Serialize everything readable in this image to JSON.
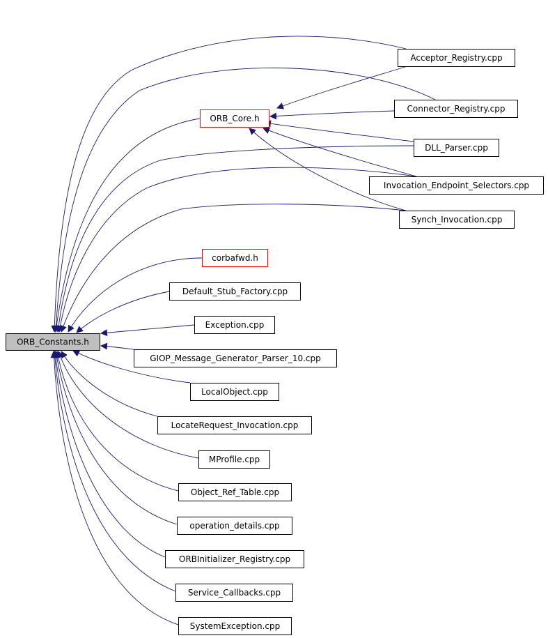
{
  "nodes": [
    {
      "id": "orb_constants",
      "label": "ORB_Constants.h",
      "style": "focus",
      "interactable": false
    },
    {
      "id": "orb_core",
      "label": "ORB_Core.h",
      "style": "red",
      "interactable": true
    },
    {
      "id": "acceptor_registry",
      "label": "Acceptor_Registry.cpp",
      "style": "plain",
      "interactable": true
    },
    {
      "id": "connector_registry",
      "label": "Connector_Registry.cpp",
      "style": "plain",
      "interactable": true
    },
    {
      "id": "dll_parser",
      "label": "DLL_Parser.cpp",
      "style": "plain",
      "interactable": true
    },
    {
      "id": "invocation_endpoint_selectors",
      "label": "Invocation_Endpoint_Selectors.cpp",
      "style": "plain",
      "interactable": true
    },
    {
      "id": "synch_invocation",
      "label": "Synch_Invocation.cpp",
      "style": "plain",
      "interactable": true
    },
    {
      "id": "corbafwd",
      "label": "corbafwd.h",
      "style": "red",
      "interactable": true
    },
    {
      "id": "default_stub_factory",
      "label": "Default_Stub_Factory.cpp",
      "style": "plain",
      "interactable": true
    },
    {
      "id": "exception",
      "label": "Exception.cpp",
      "style": "plain",
      "interactable": true
    },
    {
      "id": "giop_message_generator_parser_10",
      "label": "GIOP_Message_Generator_Parser_10.cpp",
      "style": "plain",
      "interactable": true
    },
    {
      "id": "localobject",
      "label": "LocalObject.cpp",
      "style": "plain",
      "interactable": true
    },
    {
      "id": "locaterequest_invocation",
      "label": "LocateRequest_Invocation.cpp",
      "style": "plain",
      "interactable": true
    },
    {
      "id": "mprofile",
      "label": "MProfile.cpp",
      "style": "plain",
      "interactable": true
    },
    {
      "id": "object_ref_table",
      "label": "Object_Ref_Table.cpp",
      "style": "plain",
      "interactable": true
    },
    {
      "id": "operation_details",
      "label": "operation_details.cpp",
      "style": "plain",
      "interactable": true
    },
    {
      "id": "orbinitializer_registry",
      "label": "ORBInitializer_Registry.cpp",
      "style": "plain",
      "interactable": true
    },
    {
      "id": "service_callbacks",
      "label": "Service_Callbacks.cpp",
      "style": "plain",
      "interactable": true
    },
    {
      "id": "systemexception",
      "label": "SystemException.cpp",
      "style": "plain",
      "interactable": true
    }
  ],
  "edges": [
    {
      "from": "orb_core",
      "to": "orb_constants"
    },
    {
      "from": "acceptor_registry",
      "to": "orb_constants"
    },
    {
      "from": "acceptor_registry",
      "to": "orb_core"
    },
    {
      "from": "connector_registry",
      "to": "orb_constants"
    },
    {
      "from": "connector_registry",
      "to": "orb_core"
    },
    {
      "from": "dll_parser",
      "to": "orb_constants"
    },
    {
      "from": "dll_parser",
      "to": "orb_core"
    },
    {
      "from": "invocation_endpoint_selectors",
      "to": "orb_constants"
    },
    {
      "from": "invocation_endpoint_selectors",
      "to": "orb_core"
    },
    {
      "from": "synch_invocation",
      "to": "orb_constants"
    },
    {
      "from": "synch_invocation",
      "to": "orb_core"
    },
    {
      "from": "corbafwd",
      "to": "orb_constants"
    },
    {
      "from": "default_stub_factory",
      "to": "orb_constants"
    },
    {
      "from": "exception",
      "to": "orb_constants"
    },
    {
      "from": "giop_message_generator_parser_10",
      "to": "orb_constants"
    },
    {
      "from": "localobject",
      "to": "orb_constants"
    },
    {
      "from": "locaterequest_invocation",
      "to": "orb_constants"
    },
    {
      "from": "mprofile",
      "to": "orb_constants"
    },
    {
      "from": "object_ref_table",
      "to": "orb_constants"
    },
    {
      "from": "operation_details",
      "to": "orb_constants"
    },
    {
      "from": "orbinitializer_registry",
      "to": "orb_constants"
    },
    {
      "from": "service_callbacks",
      "to": "orb_constants"
    },
    {
      "from": "systemexception",
      "to": "orb_constants"
    }
  ],
  "colors": {
    "edge": "#191970",
    "focus_fill": "#bfbfbf",
    "focus_border": "#000000",
    "red_border": "#ff0000",
    "plain_border": "#000000",
    "text": "#000000",
    "background": "#ffffff"
  }
}
